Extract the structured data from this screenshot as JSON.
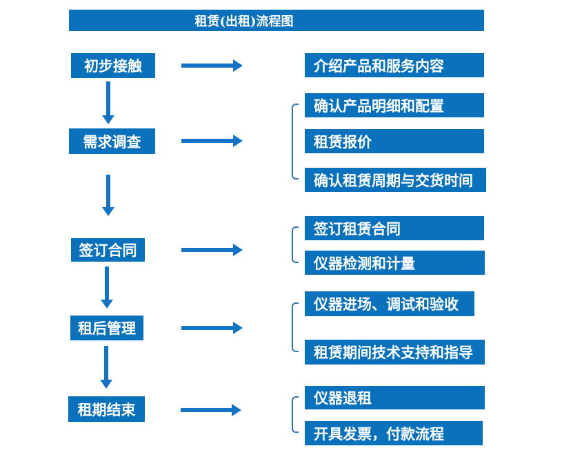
{
  "title": "租赁(出租)流程图",
  "colors": {
    "box": "#0a71bd",
    "arrow": "#1373c4",
    "bracket": "#2e75b6",
    "txt": "#ffffff"
  },
  "flow": {
    "steps": [
      {
        "label": "初步接触",
        "details": [
          "介绍产品和服务内容"
        ]
      },
      {
        "label": "需求调查",
        "details": [
          "确认产品明细和配置",
          "租赁报价",
          "确认租赁周期与交货时间"
        ]
      },
      {
        "label": "签订合同",
        "details": [
          "签订租赁合同",
          "仪器检测和计量"
        ]
      },
      {
        "label": "租后管理",
        "details": [
          "仪器进场、调试和验收",
          "租赁期间技术支持和指导"
        ]
      },
      {
        "label": "租期结束",
        "details": [
          "仪器退租",
          "开具发票，付款流程"
        ]
      }
    ]
  }
}
